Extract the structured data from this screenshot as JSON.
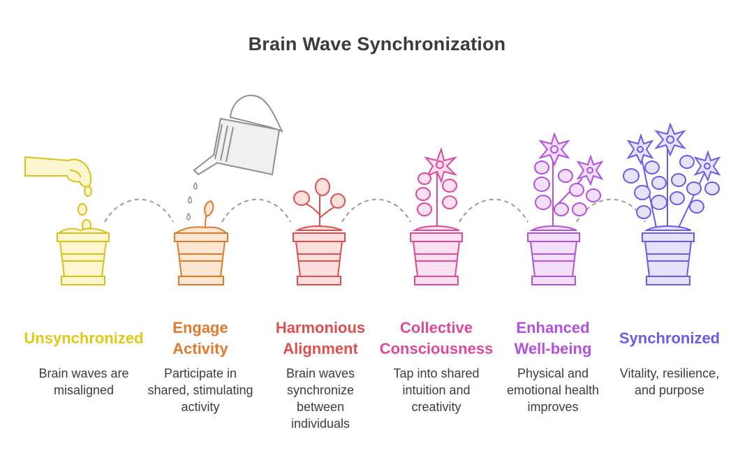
{
  "title": "Brain Wave Synchronization",
  "stages": [
    {
      "title": "Unsynchronized",
      "description": "Brain waves are misaligned",
      "color": "#e2c916"
    },
    {
      "title": "Engage Activity",
      "description": "Participate in shared, stimulating activity",
      "color": "#e07b2e"
    },
    {
      "title": "Harmonious Alignment",
      "description": "Brain waves synchronize between individuals",
      "color": "#e04e4e"
    },
    {
      "title": "Collective Consciousness",
      "description": "Tap into shared intuition and creativity",
      "color": "#e0489a"
    },
    {
      "title": "Enhanced Well-being",
      "description": "Physical and emotional health improves",
      "color": "#b450e0"
    },
    {
      "title": "Synchronized",
      "description": "Vitality, resilience, and purpose",
      "color": "#6a5ce6"
    }
  ],
  "icons": [
    "hand-seeds-icon",
    "watering-can-icon",
    "sprout-icon",
    "flowering-plant-icon",
    "blooming-plant-icon",
    "full-bloom-plant-icon"
  ]
}
